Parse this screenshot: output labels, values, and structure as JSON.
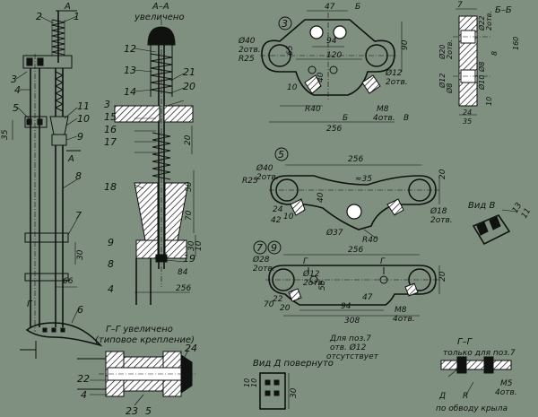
{
  "left": {
    "callouts": [
      "1",
      "2",
      "3",
      "4",
      "5",
      "6",
      "7",
      "8",
      "9",
      "10",
      "11"
    ],
    "section_mark": "А",
    "section_mark_bottom": "Г",
    "dims": [
      "35",
      "30",
      "66"
    ]
  },
  "section_aa": {
    "title": "А–А",
    "subtitle": "увеличено",
    "callouts": [
      "12",
      "13",
      "14",
      "3",
      "15",
      "16",
      "17",
      "18",
      "9",
      "8",
      "4",
      "21",
      "20",
      "19"
    ],
    "dims": [
      "20",
      "50",
      "70",
      "30",
      "10",
      "84",
      "256"
    ]
  },
  "section_gg": {
    "title": "Г–Г увеличено",
    "subtitle": "(типовое крепление)",
    "callouts": [
      "22",
      "24",
      "23",
      "4",
      "5"
    ]
  },
  "part3": {
    "number": "3",
    "dims": [
      "47",
      "Б",
      "94",
      "120",
      "65",
      "40",
      "R40",
      "Б",
      "256",
      "Ø40",
      "2отв.",
      "R25",
      "10",
      "Ø12",
      "2отв.",
      "М8",
      "4отв.",
      "90",
      "В"
    ]
  },
  "section_bb": {
    "title": "Б–Б",
    "dims": [
      "7",
      "Ø22",
      "2отв.",
      "Ø20",
      "2отв.",
      "Ø12",
      "Ø8",
      "Ø10",
      "Ø8",
      "8",
      "10",
      "24",
      "35",
      "160"
    ]
  },
  "part5": {
    "number": "5",
    "dims": [
      "256",
      "Ø40",
      "2отв.",
      "R25",
      "≈35",
      "40",
      "24",
      "10",
      "42",
      "Ø37",
      "R40",
      "20",
      "Ø18",
      "2отв."
    ]
  },
  "view_v": {
    "title": "Вид В",
    "dims": [
      "13",
      "11"
    ]
  },
  "part79": {
    "numbers": [
      "7",
      "9"
    ],
    "dims": [
      "256",
      "Ø28",
      "2отв.",
      "Г",
      "Г",
      "Ø12",
      "2отв.",
      "56",
      "22",
      "20",
      "70",
      "94",
      "47",
      "20",
      "308",
      "М8",
      "4отв."
    ]
  },
  "note": {
    "line1": "Для поз.7",
    "line2": "отв. Ø12",
    "line3": "отсутствует"
  },
  "view_d": {
    "title": "Вид Д повернуто",
    "dims": [
      "10",
      "10",
      "30"
    ]
  },
  "section_gg_small": {
    "title": "Г–Г",
    "subtitle": "только для поз.7",
    "dims": [
      "М5",
      "4отв.",
      "Д",
      "R",
      "по обводу крыла"
    ]
  }
}
